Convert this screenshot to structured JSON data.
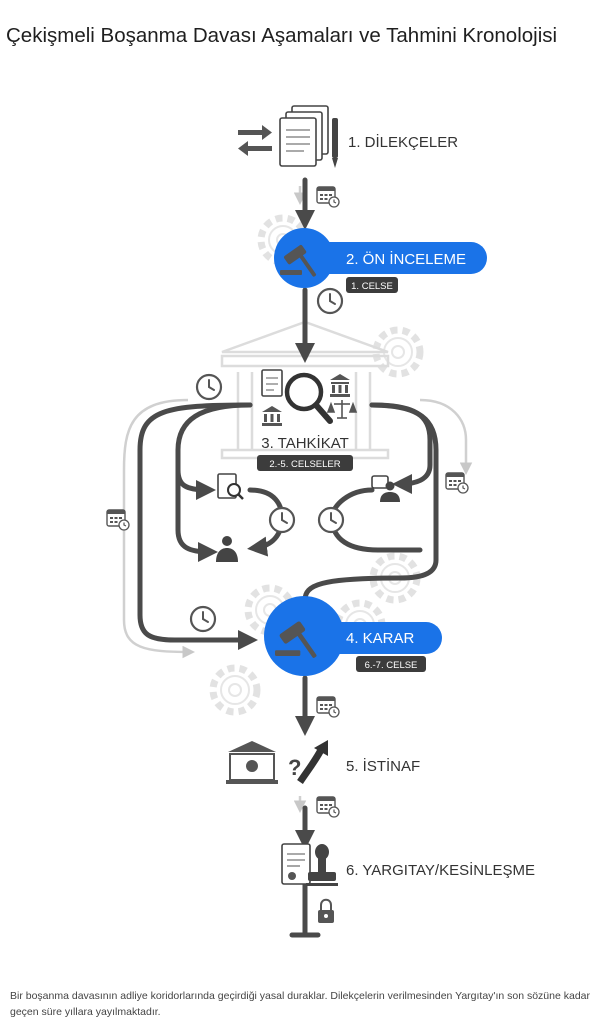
{
  "title": "Çekişmeli Boşanma Davası Aşamaları ve Tahmini Kronolojisi",
  "steps": [
    {
      "label": "1. DİLEKÇELER",
      "sub": ""
    },
    {
      "label": "2. ÖN İNCELEME",
      "sub": "1. CELSE"
    },
    {
      "label": "3. TAHKİKAT",
      "sub": "2.-5. CELSELER"
    },
    {
      "label": "4. KARAR",
      "sub": "6.-7. CELSE"
    },
    {
      "label": "5. İSTİNAF",
      "sub": ""
    },
    {
      "label": "6. YARGITAY/KESİNLEŞME",
      "sub": ""
    }
  ],
  "caption": "Bir boşanma davasının adliye koridorlarında geçirdiği yasal duraklar. Dilekçelerin verilmesinden Yargıtay'ın son sözüne kadar geçen süre yıllara yayılmaktadır.",
  "colors": {
    "accent": "#1a73e8",
    "flow": "#4a4a4a",
    "light": "#d5d5d5",
    "badge": "#3c3c3c"
  },
  "icons": [
    "document-stack-icon",
    "pen-icon",
    "arrows-icon",
    "gavel-icon",
    "calendar-icon",
    "clock-icon",
    "magnifier-icon",
    "scales-icon",
    "person-icon",
    "courthouse-icon",
    "stamp-icon",
    "lock-icon",
    "gear-icon"
  ]
}
